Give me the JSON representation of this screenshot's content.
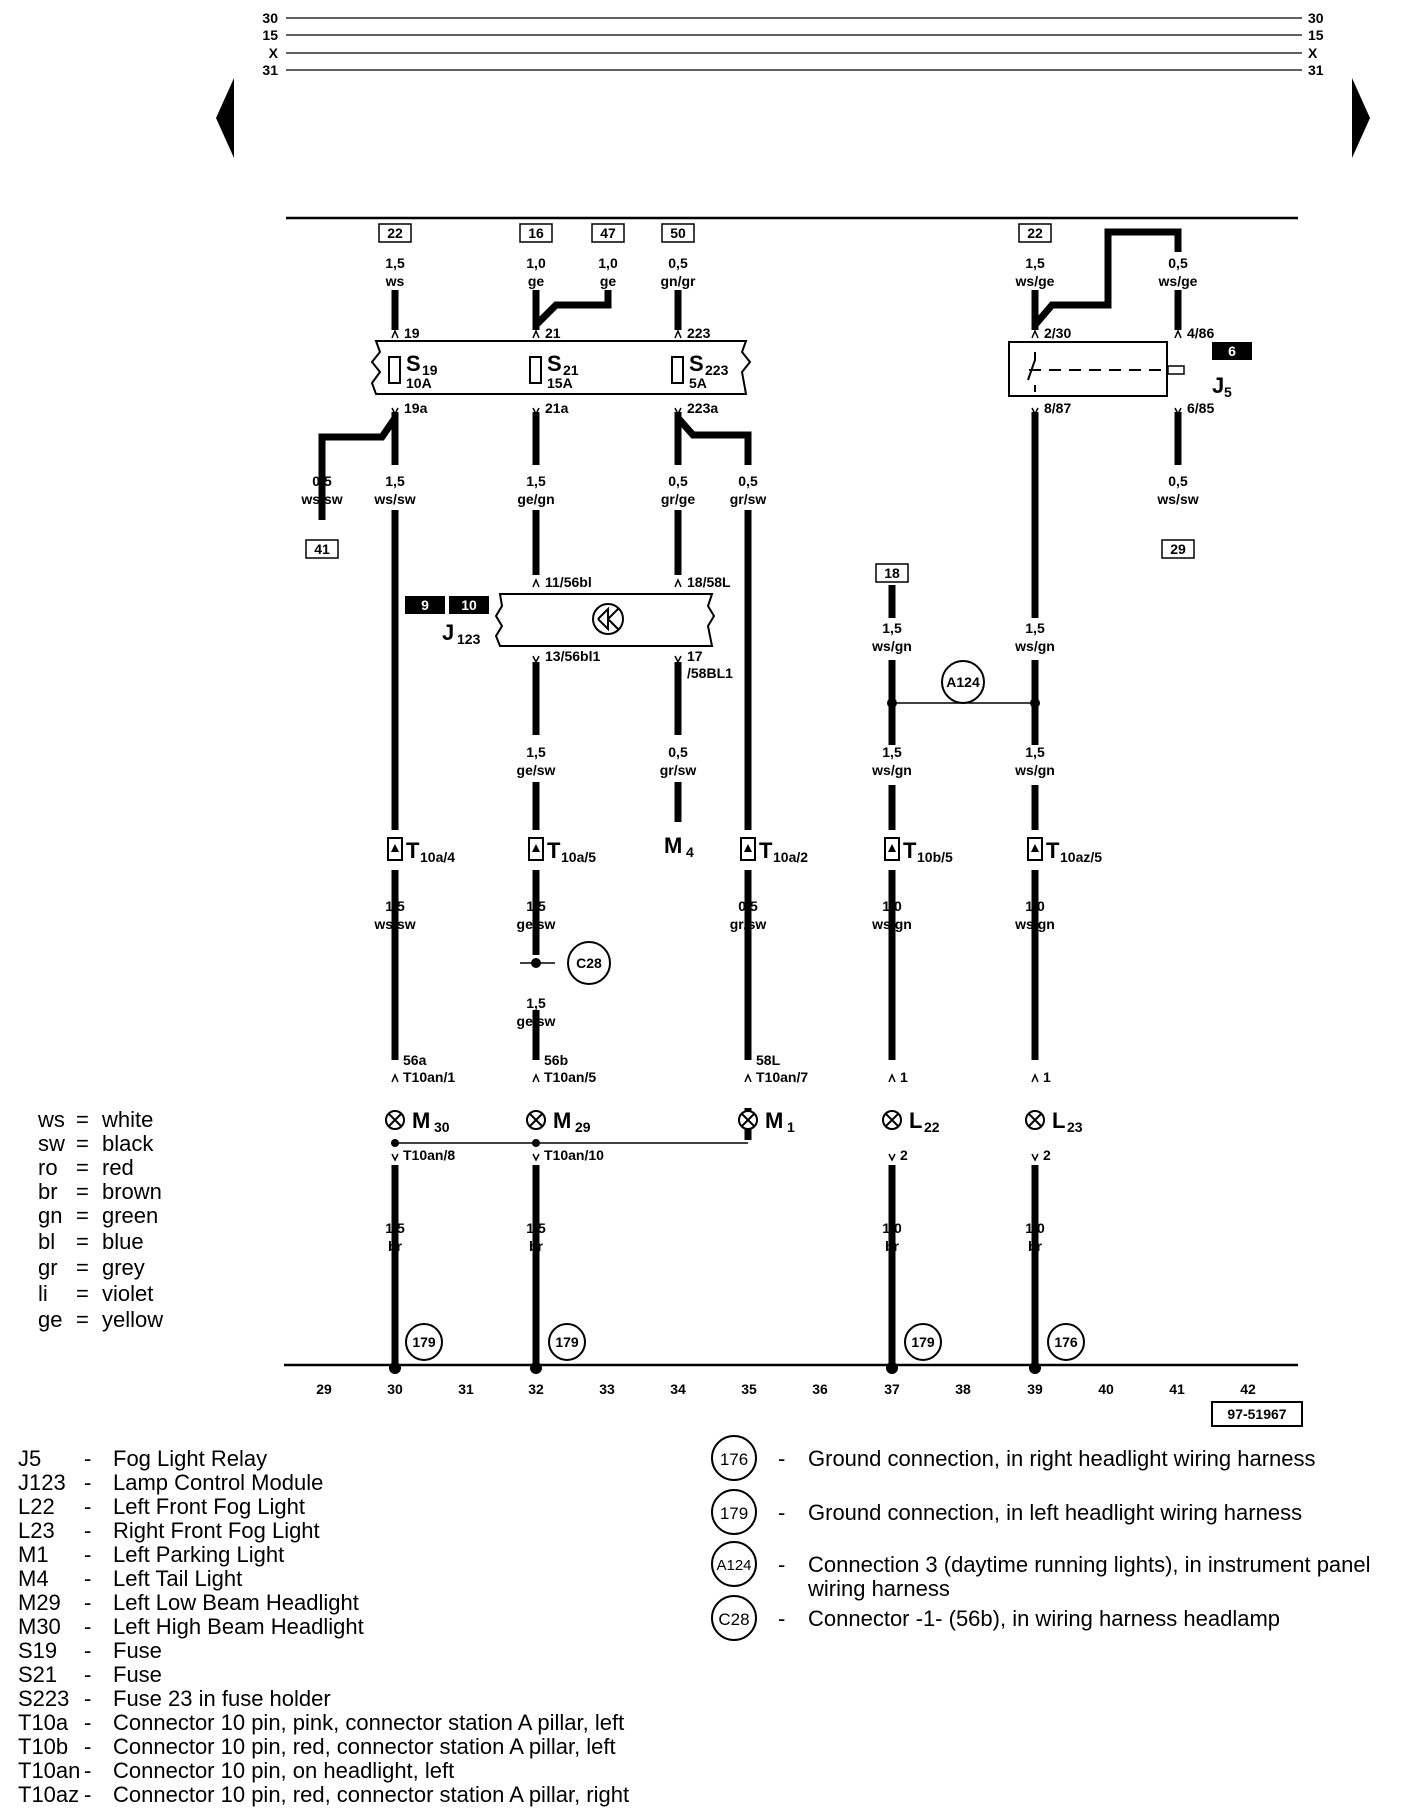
{
  "bus_labels": [
    "30",
    "15",
    "X",
    "31"
  ],
  "reference_box": "97-51967",
  "bottom_numbers": [
    "29",
    "30",
    "31",
    "32",
    "33",
    "34",
    "35",
    "36",
    "37",
    "38",
    "39",
    "40",
    "41",
    "42"
  ],
  "top_refs": {
    "a": "22",
    "b": "16",
    "c": "47",
    "d": "50",
    "e": "22"
  },
  "dest_refs": {
    "left": "41",
    "right": "29",
    "mid": "18"
  },
  "black_tags": {
    "relay": "6",
    "j123a": "9",
    "j123b": "10"
  },
  "wires": {
    "w1": [
      "1,5",
      "ws"
    ],
    "w2": [
      "1,0",
      "ge"
    ],
    "w3": [
      "1,0",
      "ge"
    ],
    "w4": [
      "0,5",
      "gn/gr"
    ],
    "w5": [
      "1,5",
      "ws/ge"
    ],
    "w6": [
      "0,5",
      "ws/ge"
    ],
    "w7": [
      "0,5",
      "ws/sw"
    ],
    "w8": [
      "1,5",
      "ws/sw"
    ],
    "w9": [
      "1,5",
      "ge/gn"
    ],
    "w10": [
      "0,5",
      "gr/ge"
    ],
    "w11": [
      "0,5",
      "gr/sw"
    ],
    "w12": [
      "0,5",
      "ws/sw"
    ],
    "w13": [
      "1,5",
      "ge/sw"
    ],
    "w14": [
      "0,5",
      "gr/sw"
    ],
    "w15": [
      "1,5",
      "ws/gn"
    ],
    "w16": [
      "1,5",
      "ws/gn"
    ],
    "w17": [
      "1,5",
      "ws/gn"
    ],
    "w18": [
      "1,5",
      "ws/gn"
    ],
    "w19": [
      "1,5",
      "ws/sw"
    ],
    "w20": [
      "1,5",
      "ge/sw"
    ],
    "w21": [
      "0,5",
      "gr/sw"
    ],
    "w22": [
      "1,0",
      "ws/gn"
    ],
    "w23": [
      "1,0",
      "ws/gn"
    ],
    "w24": [
      "1,5",
      "ge/sw"
    ],
    "w25": [
      "1,5",
      "br"
    ],
    "w26": [
      "1,5",
      "br"
    ],
    "w27": [
      "1,0",
      "br"
    ],
    "w28": [
      "1,0",
      "br"
    ]
  },
  "pins": {
    "p19": "19",
    "p21": "21",
    "p223": "223",
    "p19a": "19a",
    "p21a": "21a",
    "p223a": "223a",
    "p230": "2/30",
    "p486": "4/86",
    "p887": "8/87",
    "p685": "6/85",
    "p1156": "11/56bl",
    "p1858": "18/58L",
    "p1356": "13/56bl1",
    "p17": "17",
    "p58bl": "/58BL1",
    "p56a": "56a",
    "pt1": "T10an/1",
    "p56b": "56b",
    "pt5": "T10an/5",
    "p58l": "58L",
    "pt7": "T10an/7",
    "pl1a": "1",
    "pl1b": "1",
    "pt8": "T10an/8",
    "pt10": "T10an/10",
    "pl2a": "2",
    "pl2b": "2"
  },
  "fuses": {
    "s19": {
      "main": "S",
      "sub": "19",
      "amp": "10A"
    },
    "s21": {
      "main": "S",
      "sub": "21",
      "amp": "15A"
    },
    "s223": {
      "main": "S",
      "sub": "223",
      "amp": "5A"
    }
  },
  "components": {
    "j5": {
      "main": "J",
      "sub": "5"
    },
    "j123": {
      "main": "J",
      "sub": "123"
    },
    "m4": {
      "main": "M",
      "sub": "4"
    },
    "m30": {
      "main": "M",
      "sub": "30"
    },
    "m29": {
      "main": "M",
      "sub": "29"
    },
    "m1": {
      "main": "M",
      "sub": "1"
    },
    "l22": {
      "main": "L",
      "sub": "22"
    },
    "l23": {
      "main": "L",
      "sub": "23"
    }
  },
  "connectors": {
    "t1": {
      "main": "T",
      "sub": "10a/4"
    },
    "t2": {
      "main": "T",
      "sub": "10a/5"
    },
    "t3": {
      "main": "T",
      "sub": "10a/2"
    },
    "t4": {
      "main": "T",
      "sub": "10b/5"
    },
    "t5": {
      "main": "T",
      "sub": "10az/5"
    }
  },
  "circles": {
    "a124": "A124",
    "c28": "C28",
    "g1": "179",
    "g2": "179",
    "g3": "179",
    "g4": "176"
  },
  "color_legend": [
    {
      "code": "ws",
      "name": "white"
    },
    {
      "code": "sw",
      "name": "black"
    },
    {
      "code": "ro",
      "name": "red"
    },
    {
      "code": "br",
      "name": "brown"
    },
    {
      "code": "gn",
      "name": "green"
    },
    {
      "code": "bl",
      "name": "blue"
    },
    {
      "code": "gr",
      "name": "grey"
    },
    {
      "code": "li",
      "name": "violet"
    },
    {
      "code": "ge",
      "name": "yellow"
    }
  ],
  "component_legend": [
    {
      "code": "J5",
      "desc": "Fog Light Relay"
    },
    {
      "code": "J123",
      "desc": "Lamp Control Module"
    },
    {
      "code": "L22",
      "desc": "Left Front Fog Light"
    },
    {
      "code": "L23",
      "desc": "Right Front Fog Light"
    },
    {
      "code": "M1",
      "desc": "Left Parking Light"
    },
    {
      "code": "M4",
      "desc": "Left Tail Light"
    },
    {
      "code": "M29",
      "desc": "Left Low Beam Headlight"
    },
    {
      "code": "M30",
      "desc": "Left High Beam Headlight"
    },
    {
      "code": "S19",
      "desc": "Fuse"
    },
    {
      "code": "S21",
      "desc": "Fuse"
    },
    {
      "code": "S223",
      "desc": "Fuse 23 in fuse holder"
    },
    {
      "code": "T10a",
      "desc": "Connector 10 pin, pink, connector station A pillar, left"
    },
    {
      "code": "T10b",
      "desc": "Connector 10 pin, red, connector station A pillar, left"
    },
    {
      "code": "T10an",
      "desc": "Connector 10 pin, on headlight, left"
    },
    {
      "code": "T10az",
      "desc": "Connector 10 pin, red, connector station A pillar, right"
    }
  ],
  "connection_legend": [
    {
      "symbol": "176",
      "desc": [
        "Ground connection, in right headlight wiring harness"
      ]
    },
    {
      "symbol": "179",
      "desc": [
        "Ground connection, in left headlight wiring harness"
      ]
    },
    {
      "symbol": "A124",
      "desc": [
        "Connection 3 (daytime running lights), in instrument panel",
        "wiring harness"
      ]
    },
    {
      "symbol": "C28",
      "desc": [
        "Connector -1- (56b), in wiring harness headlamp"
      ]
    }
  ],
  "dash": "-"
}
